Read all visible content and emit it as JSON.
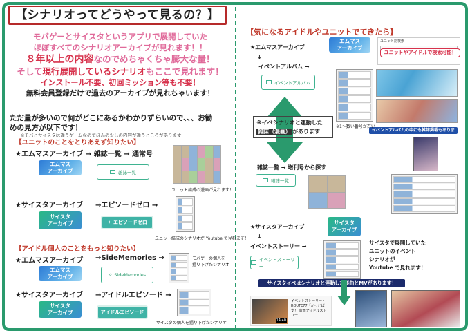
{
  "title": "【シナリオってどうやって見るの？】",
  "intro": {
    "line1": "モバゲーとサイスタというアプリで展開していた",
    "line2_prefix": "ほぼすべての",
    "line2_em": "シナリオアーカイブ",
    "line2_suffix": "が見れます！！",
    "line3_big": "８年以上の内容",
    "line3_rest": "なのでめちゃくちゃ膨大な量！",
    "line4_prefix": "そして",
    "line4_em": "現行展開しているシナリオ",
    "line4_suffix": "もここで見れます！",
    "line5": "インストール不要、初回ミッション等も不要！",
    "line6": "無料会員登録だけで過去のアーカイブが見れちゃいます！"
  },
  "sub_text": "ただ量が多いので何がどこにあるかわかりずらいので、、、お勧めの見方が以下です！",
  "sub_note": "※モバとサイスタは違うゲームなのでほんの少しの内容が違うところがあります",
  "left": {
    "section1": "【ユニットのことをとりあえず知りたい】",
    "row1": {
      "label": "★エムマスアーカイブ → 雑誌一覧 → 通常号",
      "btn": "エムマス\nアーカイブ",
      "btn2": "雑誌一覧",
      "caption": "ユニット結成の漫画が見れます！"
    },
    "row2": {
      "label": "★サイスタアーカイブ",
      "label2": "→エピソードゼロ →",
      "btn": "サイスタ\nアーカイブ",
      "btn2": "エピソードゼロ",
      "caption": "ユニット結成のシナリオが Youtube で見れます！"
    },
    "section2": "【アイドル個人のことをもっと知りたい】",
    "row3": {
      "label": "★エムマスアーカイブ",
      "label2": "→SideMemories →",
      "btn": "エムマス\nアーカイブ",
      "btn2": "SideMemories",
      "caption": "モバゲーの個人を\n掘り下げたシナリオ"
    },
    "row4": {
      "label": "★サイスタアーカイブ",
      "label2": "→アイドルエピソード →",
      "btn": "サイスタ\nアーカイブ",
      "btn2": "アイドルエピソード",
      "caption": "サイスタの個人を掘り下げたシナリオ"
    }
  },
  "right": {
    "title": "【気になるアイドルやユニットでてきたら】",
    "step1": "★エムマスアーカイブ",
    "step1_arrow": "↓",
    "step2": "イベントアルバム →",
    "btn_archive": "エムマス\nアーカイブ",
    "btn_album": "イベントアルバム",
    "search_pill_top": "ユニット別検索",
    "search_pill": "ユニットやアイドルで検索可能！",
    "badge_line1": "※イベシナリオと連動した",
    "badge_line2": "雑誌（漫画）",
    "badge_line3": "があります",
    "album_note": "※1～数い番号が古い",
    "album_bar": "イベントアルバムの中にも雑誌掲載もあります！",
    "step3": "雑誌一覧 → 増刊号から探す",
    "btn_magazine": "雑誌一覧",
    "step4": "★サイスタアーカイブ",
    "step4_arrow": "↓",
    "step5": "イベントストーリー →",
    "btn_archive2": "サイスタ\nアーカイブ",
    "btn_story": "イベントストーリー",
    "yt_text": "サイスタで展開していた\nユニットのイベント\nシナリオが\nYoutube で見れます！",
    "bottom_bar": "サイスタイベはシナリオと連動した楽曲とMVがあります！",
    "yt_card_text": "イベントストーリー・\nROUTE77「かっとば\nす！ 東西アイドルストーリー",
    "yt_time": "14:40"
  },
  "colors": {
    "border": "#2a9a6d",
    "accent_red": "#d7324c",
    "pink": "#e06a9a",
    "blue": "#2d7bd6"
  }
}
